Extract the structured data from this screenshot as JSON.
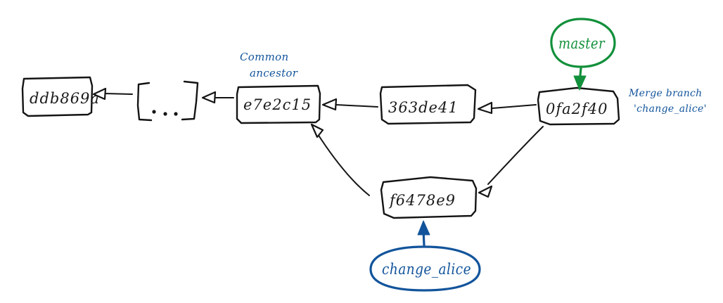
{
  "diagram": {
    "title": "Git merge commit graph",
    "background_color": "#ffffff",
    "ink_color": "#141414",
    "accent_green": "#12903b",
    "accent_blue": "#12549b"
  },
  "commits": [
    {
      "id": "commit-ddb869a",
      "hash": "ddb869a"
    },
    {
      "id": "commit-ellipsis",
      "hash": "[ . . . ]"
    },
    {
      "id": "commit-e7e2c15",
      "hash": "e7e2c15"
    },
    {
      "id": "commit-363de41",
      "hash": "363de41"
    },
    {
      "id": "commit-0fa2f40",
      "hash": "0fa2f40"
    },
    {
      "id": "commit-f6478e9",
      "hash": "f6478e9"
    }
  ],
  "annotations": {
    "common_ancestor_line1": "Common",
    "common_ancestor_line2": "ancestor",
    "merge_note_line1": "Merge branch",
    "merge_note_line2": "'change_alice'"
  },
  "branches": [
    {
      "id": "branch-master",
      "name": "master",
      "color": "#12903b"
    },
    {
      "id": "branch-change-alice",
      "name": "change_alice",
      "color": "#12549b"
    }
  ]
}
